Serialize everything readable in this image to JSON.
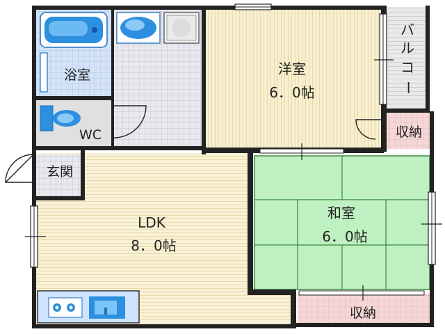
{
  "rooms": {
    "western": {
      "name": "洋室",
      "size": "6．0帖"
    },
    "japanese": {
      "name": "和室",
      "size": "6．0帖"
    },
    "ldk": {
      "name": "LDK",
      "size": "8．0帖"
    },
    "bath": {
      "name": "浴室"
    },
    "wc": {
      "name": "WC"
    },
    "entrance": {
      "name": "玄関"
    },
    "balcony": {
      "chars": [
        "バ",
        "ル",
        "コ",
        "ー"
      ]
    },
    "closet_upper": {
      "name": "収納"
    },
    "closet_lower": {
      "name": "収納"
    }
  },
  "colors": {
    "wall": "#222222",
    "ldk_floor": "#f8f0d4",
    "western_floor": "#f8eccd",
    "tatami": "#bdf0c0",
    "tatami_line": "#3a8a3e",
    "bath_floor": "#cfe0f8",
    "wc_floor": "#dcdcdc",
    "closet": "#f3d2d2",
    "balcony": "#e6e6e6",
    "fixture_blue": "#1e90e0"
  }
}
